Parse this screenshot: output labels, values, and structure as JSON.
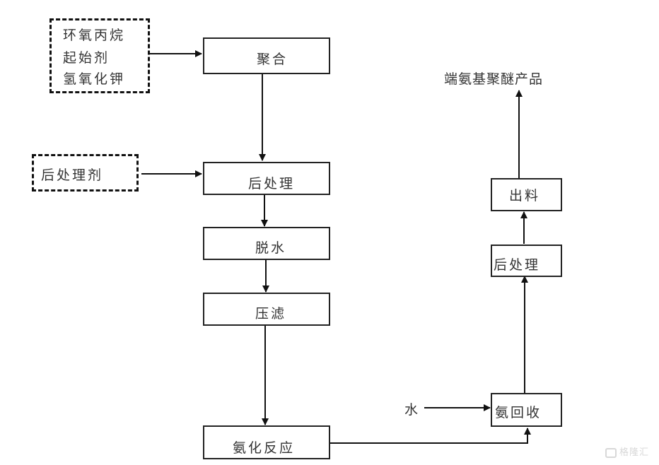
{
  "diagram": {
    "inputs": {
      "polymerization_feed": [
        "环氧丙烷",
        "起始剂",
        "氢氧化钾"
      ],
      "post_treatment_agent": "后处理剂",
      "water": "水"
    },
    "process_steps": {
      "polymerization": "聚合",
      "post_treatment_1": "后处理",
      "dehydration": "脱水",
      "filter_press": "压滤",
      "amination": "氨化反应",
      "ammonia_recovery": "氨回收",
      "post_treatment_2": "后处理",
      "discharge": "出料"
    },
    "output_product": "端氨基聚醚产品",
    "edges": [
      [
        "polymerization_feed",
        "polymerization"
      ],
      [
        "polymerization",
        "post_treatment_1"
      ],
      [
        "post_treatment_agent",
        "post_treatment_1"
      ],
      [
        "post_treatment_1",
        "dehydration"
      ],
      [
        "dehydration",
        "filter_press"
      ],
      [
        "filter_press",
        "amination"
      ],
      [
        "amination",
        "ammonia_recovery"
      ],
      [
        "water",
        "ammonia_recovery"
      ],
      [
        "ammonia_recovery",
        "post_treatment_2"
      ],
      [
        "post_treatment_2",
        "discharge"
      ],
      [
        "discharge",
        "output_product"
      ]
    ]
  },
  "watermark": "格隆汇"
}
